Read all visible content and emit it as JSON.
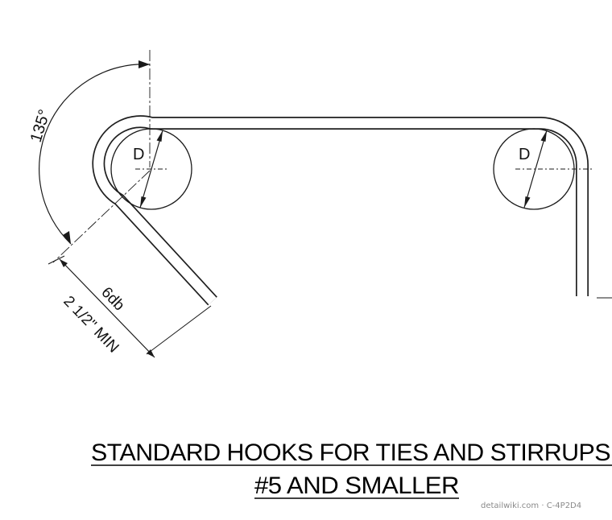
{
  "drawing": {
    "angle_label": "135°",
    "diameter_label_left": "D",
    "diameter_label_right": "D",
    "extension_label": "6db",
    "min_label": "2 1/2\" MIN"
  },
  "title": {
    "line1": "STANDARD HOOKS FOR TIES AND STIRRUPS",
    "line2": "#5 AND SMALLER"
  },
  "watermark": "detailwiki.com · C-4P2D4",
  "colors": {
    "line": "#1a1a1a",
    "bar_fill": "#ffffff"
  }
}
